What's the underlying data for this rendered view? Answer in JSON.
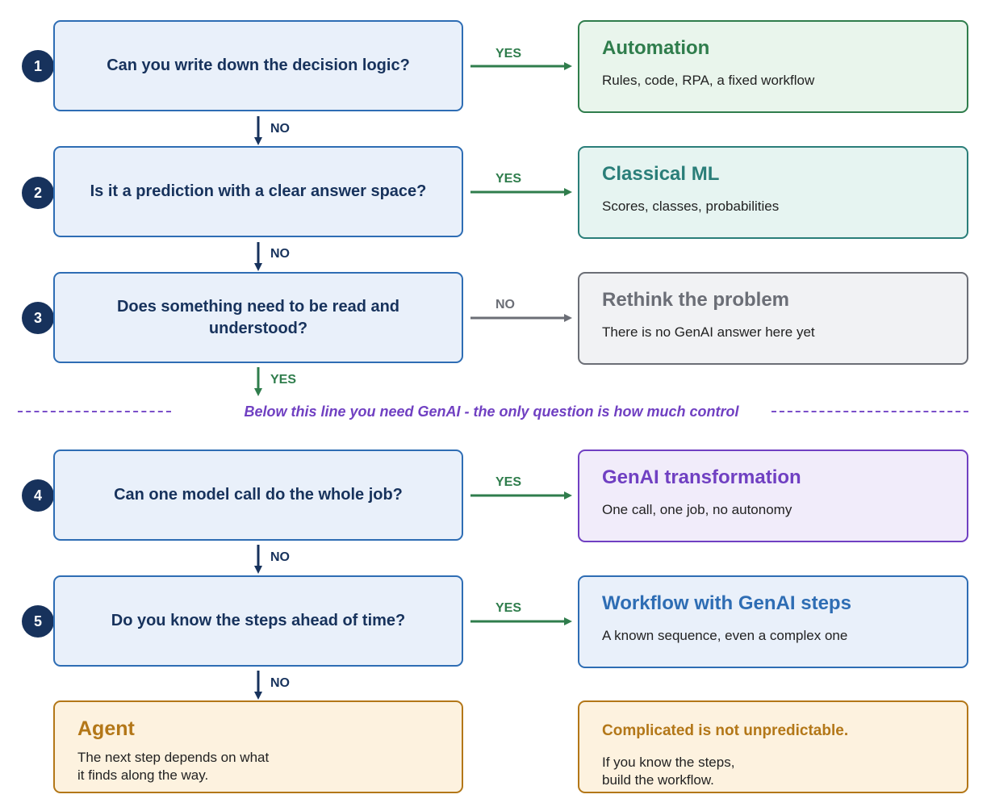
{
  "questions": [
    {
      "num": "1",
      "text": "Can you write down the decision logic?"
    },
    {
      "num": "2",
      "text": "Is it a prediction with a clear answer space?"
    },
    {
      "num": "3",
      "text": "Does something need to be read and understood?"
    },
    {
      "num": "4",
      "text": "Can one model call do the whole job?"
    },
    {
      "num": "5",
      "text": "Do you know the steps ahead of time?"
    }
  ],
  "outcomes": [
    {
      "title": "Automation",
      "desc": "Rules, code, RPA, a fixed workflow",
      "color": "#2f7d4c"
    },
    {
      "title": "Classical ML",
      "desc": "Scores, classes, probabilities",
      "color": "#2a7e79"
    },
    {
      "title": "Rethink the problem",
      "desc": "There is no GenAI answer here yet",
      "color": "#6b6e76"
    },
    {
      "title": "GenAI transformation",
      "desc": "One call, one job, no autonomy",
      "color": "#7040c2"
    },
    {
      "title": "Workflow with GenAI steps",
      "desc": "A known sequence, even a complex one",
      "color": "#2e6db4"
    }
  ],
  "horizontal_labels": [
    "YES",
    "YES",
    "NO",
    "YES",
    "YES"
  ],
  "vertical_labels": [
    "NO",
    "NO",
    "YES",
    "NO",
    "NO"
  ],
  "divider": "Below this line you need GenAI - the only question is how much control",
  "agent": {
    "title": "Agent",
    "desc_line1": "The next step depends on what",
    "desc_line2": "it finds along the way."
  },
  "note": {
    "title": "Complicated is not unpredictable.",
    "desc_line1": "If you know the steps,",
    "desc_line2": "build the workflow."
  },
  "colors": {
    "navy": "#17325c",
    "yes_green": "#2f7d4c",
    "no_grey": "#6b6e76",
    "genai_purple": "#7040c2"
  }
}
